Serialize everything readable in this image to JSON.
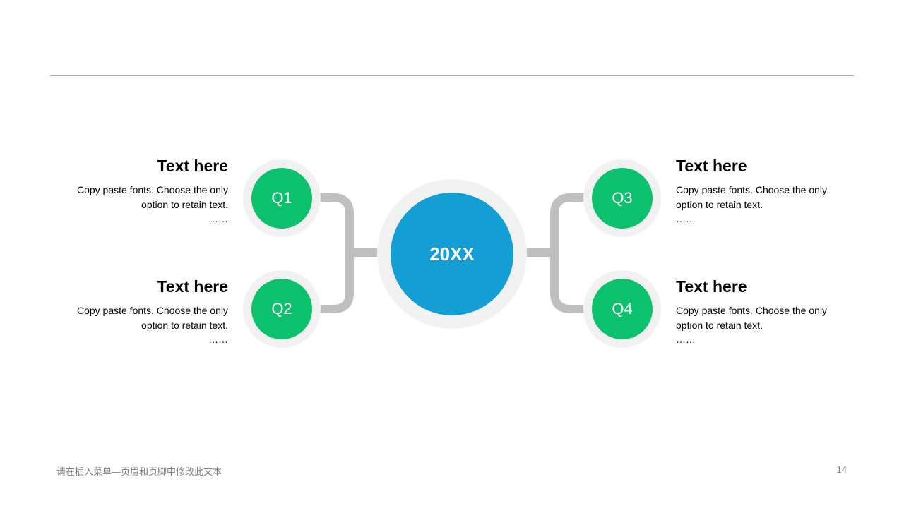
{
  "colors": {
    "center": "#139fd3",
    "node": "#0cc16c",
    "ring": "#f1f1f1",
    "connector": "#bfbfbf",
    "rule": "#b4b4b4",
    "footer": "#7f7f7f"
  },
  "center": {
    "label": "20XX"
  },
  "nodes": [
    {
      "label": "Q1",
      "heading": "Text here",
      "body_line1": "Copy paste fonts. Choose the only",
      "body_line2": "option to retain text.",
      "ellipsis": "……"
    },
    {
      "label": "Q2",
      "heading": "Text here",
      "body_line1": "Copy paste fonts. Choose the only",
      "body_line2": "option to retain text.",
      "ellipsis": "……"
    },
    {
      "label": "Q3",
      "heading": "Text here",
      "body_line1": "Copy paste fonts. Choose the only",
      "body_line2": "option to retain text.",
      "ellipsis": "……"
    },
    {
      "label": "Q4",
      "heading": "Text here",
      "body_line1": "Copy paste fonts. Choose the only",
      "body_line2": "option to retain text.",
      "ellipsis": "……"
    }
  ],
  "footer": {
    "text": "请在插入菜单—页眉和页脚中修改此文本",
    "page_number": "14"
  }
}
